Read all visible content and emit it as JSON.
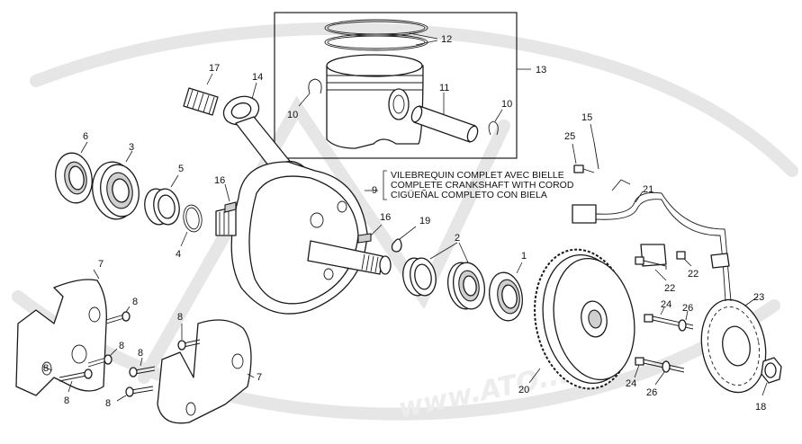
{
  "watermark": {
    "text": "www.ATO..."
  },
  "note": {
    "ref": "9",
    "lines": [
      "VILEBREQUIN COMPLET AVEC BIELLE",
      "COMPLETE CRANKSHAFT WITH COROD",
      "CIGÜEÑAL COMPLETO CON BIELA"
    ]
  },
  "callouts": {
    "c1": "1",
    "c2": "2",
    "c3": "3",
    "c4": "4",
    "c5": "5",
    "c6": "6",
    "c7a": "7",
    "c7b": "7",
    "c8a": "8",
    "c8b": "8",
    "c8c": "8",
    "c8d": "8",
    "c8e": "8",
    "c8f": "8",
    "c8g": "8",
    "c9": "9",
    "c10a": "10",
    "c10b": "10",
    "c11": "11",
    "c12": "12",
    "c13": "13",
    "c14": "14",
    "c15": "15",
    "c16a": "16",
    "c16b": "16",
    "c17": "17",
    "c18": "18",
    "c19": "19",
    "c20": "20",
    "c21": "21",
    "c22a": "22",
    "c22b": "22",
    "c23": "23",
    "c24a": "24",
    "c24b": "24",
    "c25": "25",
    "c26a": "26",
    "c26b": "26"
  }
}
